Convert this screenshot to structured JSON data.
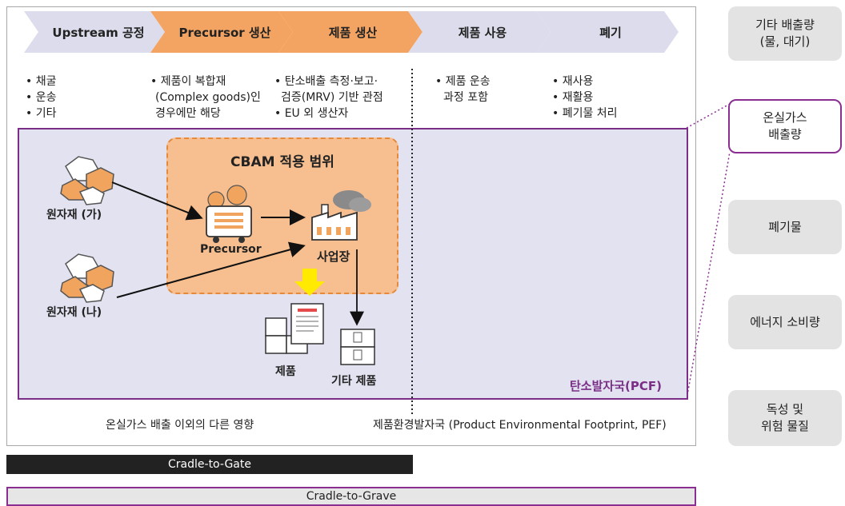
{
  "stages": [
    {
      "label": "Upstream 공정",
      "color": "#dcdcec"
    },
    {
      "label": "Precursor 생산",
      "color": "#f3a463"
    },
    {
      "label": "제품 생산",
      "color": "#f3a463"
    },
    {
      "label": "제품 사용",
      "color": "#dcdcec"
    },
    {
      "label": "폐기",
      "color": "#dcdcec"
    }
  ],
  "stage_bullets": [
    [
      "• 채굴",
      "• 운송",
      "• 기타"
    ],
    [
      "• 제품이 복합재",
      "(Complex goods)인",
      "경우에만 해당"
    ],
    [
      "• 탄소배출 측정·보고·",
      "검증(MRV) 기반 관점",
      "• EU 외 생산자"
    ],
    [
      "• 제품 운송",
      "과정 포함"
    ],
    [
      "• 재사용",
      "• 재활용",
      "• 폐기물 처리"
    ]
  ],
  "cbam_title": "CBAM 적용 범위",
  "nodes": {
    "raw_a": "원자재 (가)",
    "raw_b": "원자재 (나)",
    "precursor": "Precursor",
    "plant": "사업장",
    "product": "제품",
    "other_product": "기타 제품"
  },
  "pcf_label": "탄소발자국(PCF)",
  "other_impacts": "온실가스 배출 이외의 다른 영향",
  "pef_label": "제품환경발자국 (Product Environmental Footprint, PEF)",
  "cradle_to_gate": "Cradle-to-Gate",
  "cradle_to_grave": "Cradle-to-Grave",
  "side_items": [
    {
      "line1": "기타 배출량",
      "line2": "(물, 대기)"
    },
    {
      "line1": "온실가스",
      "line2": "배출량"
    },
    {
      "line1": "폐기물",
      "line2": ""
    },
    {
      "line1": "에너지 소비량",
      "line2": ""
    },
    {
      "line1": "독성 및",
      "line2": "위험 물질"
    }
  ],
  "colors": {
    "accent_purple": "#7a2e86",
    "orange": "#f3a463",
    "lavender": "#dcdcec",
    "gray_box": "#e3e3e3"
  }
}
